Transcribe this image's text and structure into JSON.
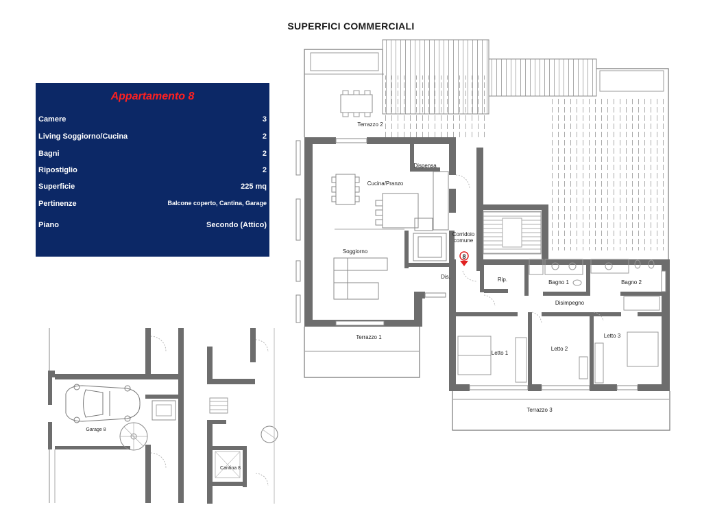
{
  "page": {
    "title": "SUPERFICI COMMERCIALI"
  },
  "info_panel": {
    "heading": "Appartamento 8",
    "rows": [
      {
        "label": "Camere",
        "value": "3"
      },
      {
        "label": "Living Soggiorno/Cucina",
        "value": "2"
      },
      {
        "label": "Bagni",
        "value": "2"
      },
      {
        "label": "Ripostiglio",
        "value": "2"
      },
      {
        "label": "Superficie",
        "value": "225 mq"
      },
      {
        "label": "Pertinenze",
        "value": "Balcone coperto, Cantina, Garage"
      },
      {
        "label": "Piano",
        "value": "Secondo (Attico)"
      }
    ]
  },
  "floor_plan": {
    "rooms": {
      "terrazzo_2": "Terrazzo 2",
      "dispensa": "Dispensa",
      "cucina_pranzo": "Cucina/Pranzo",
      "corridoio": [
        "Corridoio",
        "comune"
      ],
      "soggiorno": "Soggiorno",
      "dis": "Dis.",
      "rip": "Rip.",
      "bagno_1": "Bagno 1",
      "bagno_2": "Bagno 2",
      "disimpegno": "Disimpegno",
      "terrazzo_1": "Terrazzo 1",
      "letto_1": "Letto 1",
      "letto_2": "Letto 2",
      "letto_3": "Letto 3",
      "terrazzo_3": "Terrazzo 3"
    },
    "entrance_number": "8"
  },
  "lower_plans": {
    "garage_label": "Garage 8",
    "cantina_label": "Cantina 8"
  },
  "colors": {
    "panel_bg": "#0c2866",
    "heading_red": "#ff2020",
    "wall_gray": "#6d6d6d",
    "marker_red": "#e02020"
  }
}
